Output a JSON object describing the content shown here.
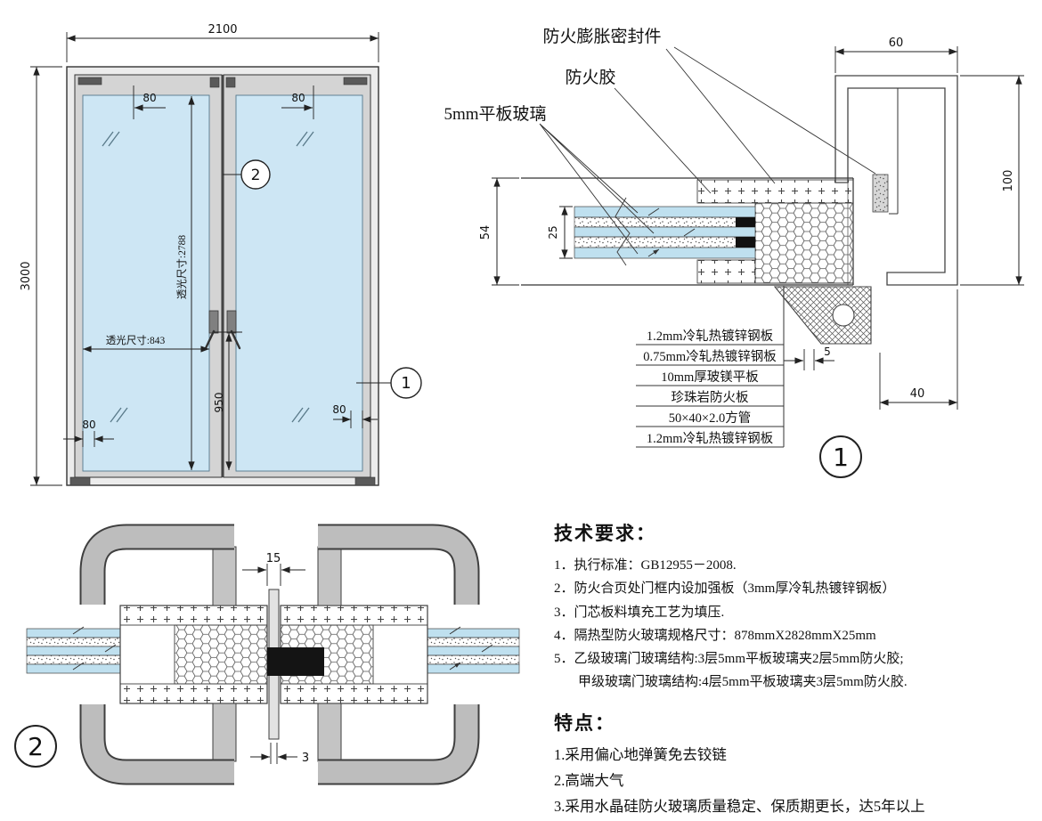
{
  "callouts": {
    "detail1": "1",
    "detail2": "2"
  },
  "elevation": {
    "dim_width": "2100",
    "dim_height": "3000",
    "dim_hinge_left": "80",
    "dim_hinge_right": "80",
    "dim_glass_height": "透光尺寸:2788",
    "dim_glass_width": "透光尺寸:843",
    "dim_handle_height": "950",
    "dim_bottom_left": "80",
    "dim_bottom_right": "80"
  },
  "section_detail_1": {
    "label_expansion_seal": "防火膨胀密封件",
    "label_fire_glue": "防火胶",
    "label_flat_glass": "5mm平板玻璃",
    "dim_frame_width": "60",
    "dim_frame_depth": "100",
    "dim_door_thickness": "54",
    "dim_glass_thickness": "25",
    "dim_gap": "5",
    "dim_frame_face": "40",
    "materials": [
      "1.2mm冷轧热镀锌钢板",
      "0.75mm冷轧热镀锌钢板",
      "10mm厚玻镁平板",
      "珍珠岩防火板",
      "50×40×2.0方管",
      "1.2mm冷轧热镀锌钢板"
    ]
  },
  "section_detail_2": {
    "dim_gap": "15",
    "dim_clearance": "3"
  },
  "notes": {
    "title": "技术要求：",
    "items": [
      "1．执行标准：GB12955－2008.",
      "2．防火合页处门框内设加强板（3mm厚冷轧热镀锌钢板）",
      "3．门芯板料填充工艺为填压.",
      "4．隔热型防火玻璃规格尺寸：878mmX2828mmX25mm",
      "5．乙级玻璃门玻璃结构:3层5mm平板玻璃夹2层5mm防火胶;",
      "甲级玻璃门玻璃结构:4层5mm平板玻璃夹3层5mm防火胶."
    ],
    "features_title": "特点：",
    "features": [
      "1.采用偏心地弹簧免去铰链",
      "2.高端大气",
      "3.采用水晶硅防火玻璃质量稳定、保质期更长，达5年以上"
    ]
  }
}
